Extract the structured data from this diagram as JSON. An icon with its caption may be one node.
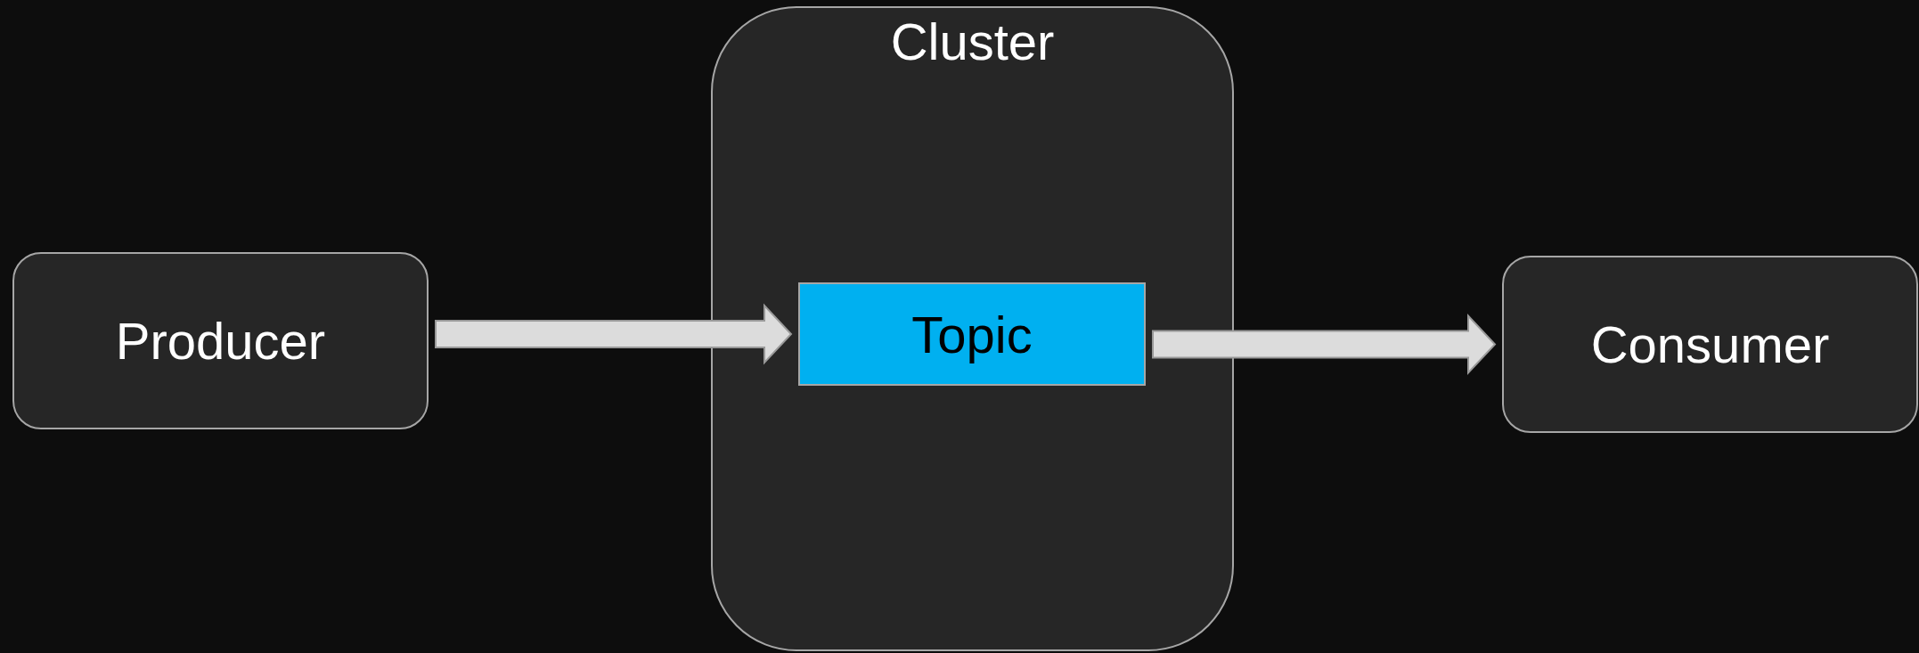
{
  "diagram": {
    "nodes": [
      {
        "text": [
          "Producer"
        ]
      },
      {
        "text": [
          "Cluster"
        ]
      },
      {
        "text": [
          "Topic"
        ],
        "in": 1
      },
      {
        "text": [
          "Consumer"
        ]
      }
    ],
    "edges": [
      {
        "from": 0,
        "to": 2,
        "arrow": "to"
      },
      {
        "from": 2,
        "to": 3,
        "arrow": "to"
      }
    ]
  }
}
